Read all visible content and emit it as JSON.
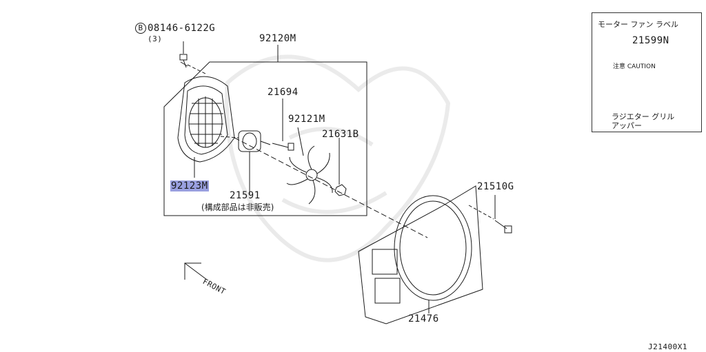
{
  "labels": {
    "bolt_code": "08146-6122G",
    "bolt_qty": "(3)",
    "bolt_prefix": "B",
    "fan_motor_assy": "92120M",
    "screw_21694": "21694",
    "fan_92121m": "92121M",
    "nut_21631b": "21631B",
    "shroud_part": "92123M",
    "motor_21591": "21591",
    "not_sold_note": "(構成部品は非販売)",
    "bolt_21510g": "21510G",
    "shroud_21476": "21476",
    "front_arrow": "FRONT",
    "diagram_code": "J21400X1"
  },
  "callout": {
    "title": "モーター ファン ラベル",
    "part": "21599N",
    "caution_text": "注意 CAUTION",
    "location_line1": "ラジエター グリル",
    "location_line2": "アッパー"
  },
  "highlight_color": "#9aa0e0"
}
